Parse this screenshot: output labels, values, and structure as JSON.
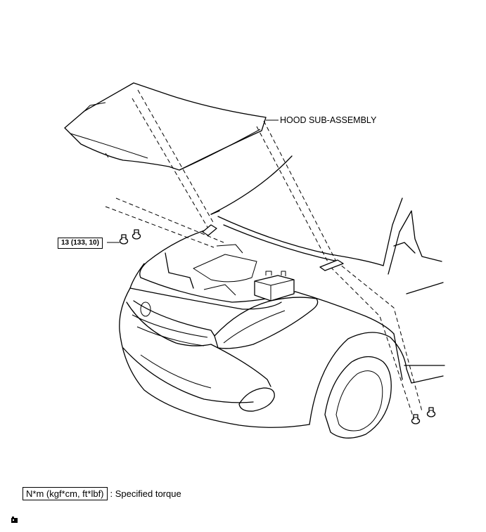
{
  "diagram": {
    "labels": {
      "hood": "HOOD SUB-ASSEMBLY",
      "torque_value": "13 (133, 10)"
    },
    "legend": {
      "unit": "N*m (kgf*cm, ft*lbf)",
      "description": ": Specified torque"
    },
    "icons": {
      "bolt": "bolt-icon",
      "corner": "camera-icon"
    }
  }
}
